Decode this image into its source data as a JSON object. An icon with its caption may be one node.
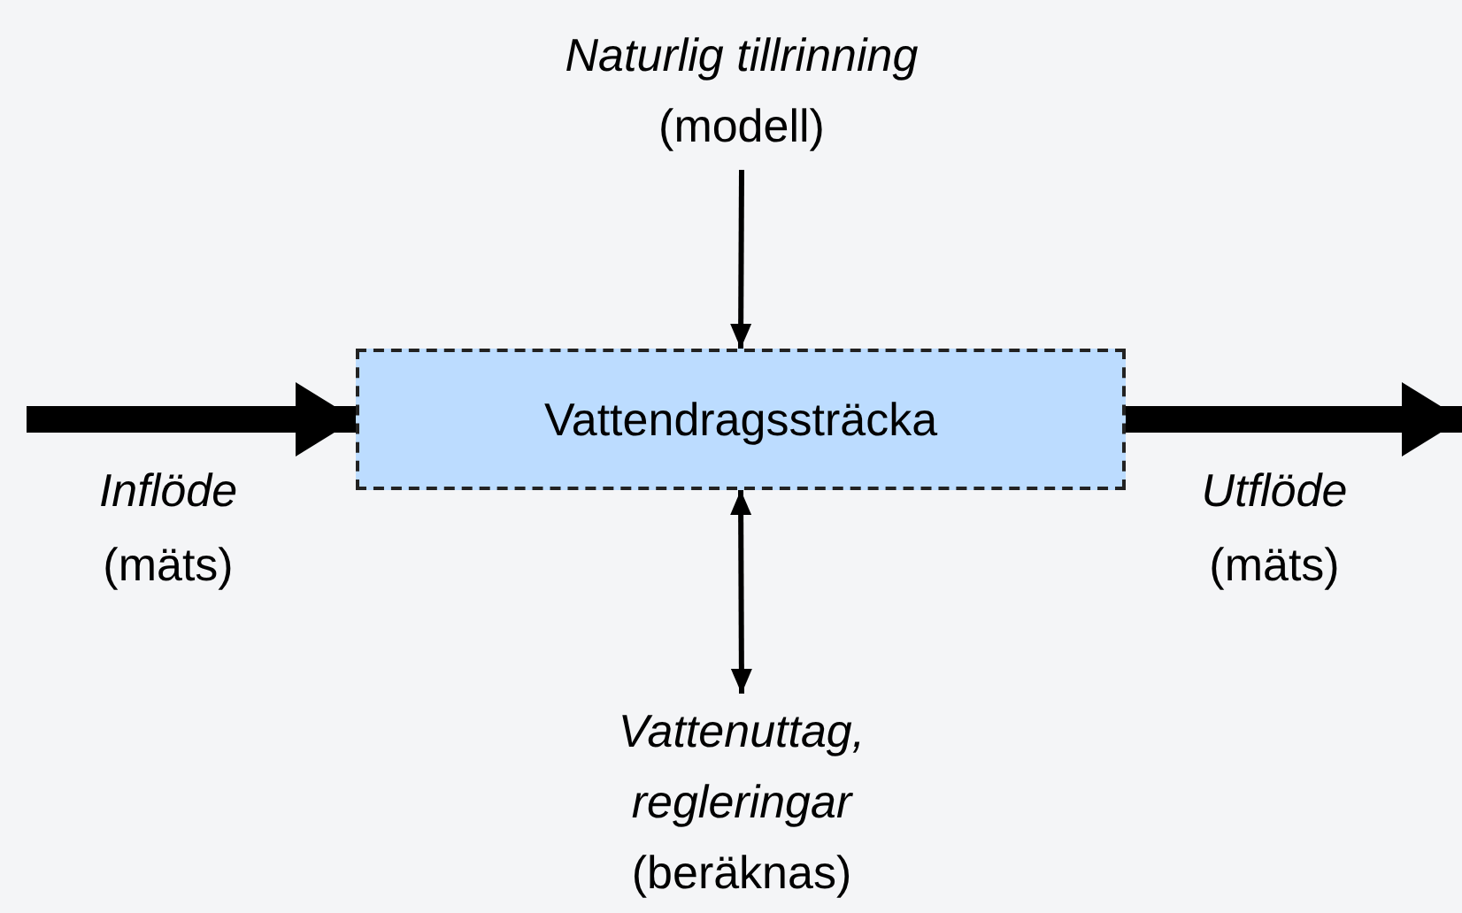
{
  "diagram": {
    "nodes": [
      {
        "text": [
          "Vattendragssträcka"
        ]
      },
      {
        "text": [
          "Naturlig tillrinning",
          "(modell)"
        ]
      },
      {
        "text": [
          "Vattenuttag, regleringar",
          "(beräknas)"
        ]
      }
    ],
    "edges": [
      {
        "from": null,
        "to": 0,
        "arrow": "to",
        "style": "thick"
      },
      {
        "from": 0,
        "to": null,
        "arrow": "to",
        "style": "thick"
      },
      {
        "from": 1,
        "to": 0,
        "arrow": "to"
      },
      {
        "from": 2,
        "to": 0,
        "arrow": "both"
      }
    ],
    "labels": [
      "Inflöde",
      "(mäts)",
      "Utflöde",
      "(mäts)"
    ]
  }
}
